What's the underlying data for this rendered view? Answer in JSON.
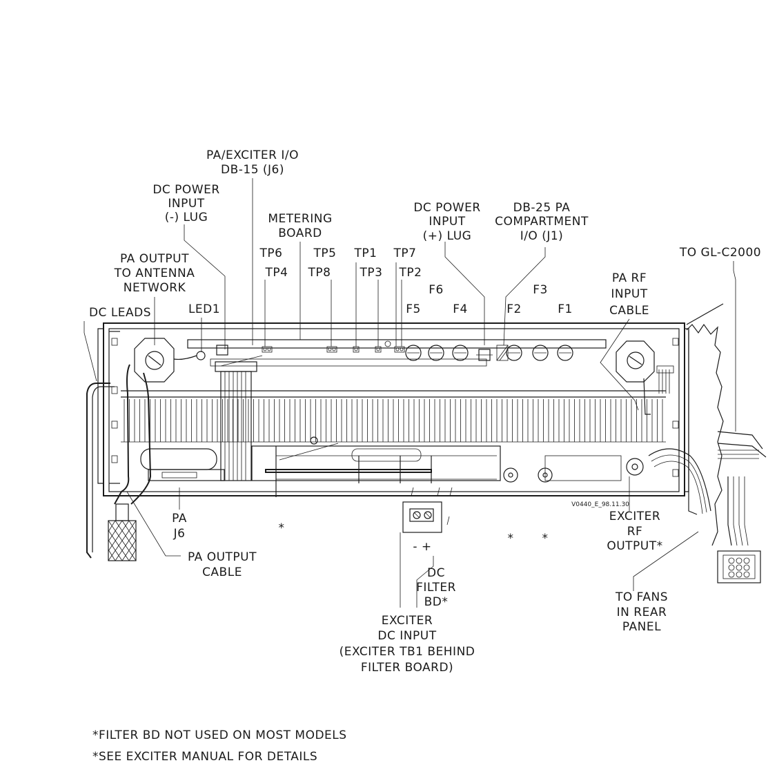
{
  "labels": {
    "pa_exciter_io": [
      "PA/EXCITER I/O",
      "DB-15 (J6)"
    ],
    "dc_power_neg": [
      "DC POWER",
      "INPUT",
      "(-) LUG"
    ],
    "metering_board": [
      "METERING",
      "BOARD"
    ],
    "dc_power_pos": [
      "DC POWER",
      "INPUT",
      "(+) LUG"
    ],
    "db25": [
      "DB-25 PA",
      "COMPARTMENT",
      "I/O (J1)"
    ],
    "to_glc2000": "TO GL-C2000",
    "pa_output_antenna": [
      "PA OUTPUT",
      "TO ANTENNA",
      "NETWORK"
    ],
    "dc_leads": "DC LEADS",
    "led1": "LED1",
    "pa_rf_input": [
      "PA RF",
      "INPUT",
      "CABLE"
    ],
    "pa_j6": [
      "PA",
      "J6"
    ],
    "pa_output_cable": [
      "PA OUTPUT",
      "CABLE"
    ],
    "exciter_rf_output": [
      "EXCITER",
      "RF",
      "OUTPUT*"
    ],
    "dc_filter_bd": [
      "DC",
      "FILTER",
      "BD*"
    ],
    "exciter_dc_input": [
      "EXCITER",
      "DC INPUT",
      "(EXCITER TB1 BEHIND",
      "FILTER BOARD)"
    ],
    "to_fans": [
      "TO FANS",
      "IN REAR",
      "PANEL"
    ],
    "polarity": "- +",
    "drawing_id": "V0440_E_98.11.30",
    "asterisk": "*"
  },
  "test_points": [
    "TP6",
    "TP4",
    "TP5",
    "TP8",
    "TP1",
    "TP3",
    "TP7",
    "TP2"
  ],
  "fuses": [
    "F5",
    "F6",
    "F4",
    "F2",
    "F3",
    "F1"
  ],
  "notes": [
    "*FILTER BD NOT USED ON MOST MODELS",
    "*SEE EXCITER MANUAL FOR DETAILS"
  ]
}
